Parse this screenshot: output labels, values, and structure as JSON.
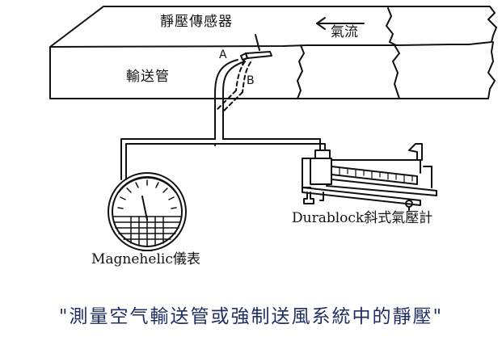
{
  "labels": {
    "sensor": "靜壓傳感器",
    "airflow": "氣流",
    "point_a": "A",
    "point_b": "B",
    "duct": "輸送管",
    "durablock": "Durablock斜式氣壓計",
    "magnehelic": "Magnehelic儀表"
  },
  "caption": "\"測量空气輸送管或強制送風系統中的靜壓\"",
  "colors": {
    "line": "#111111",
    "caption": "#1f2e63",
    "background": "#ffffff"
  }
}
